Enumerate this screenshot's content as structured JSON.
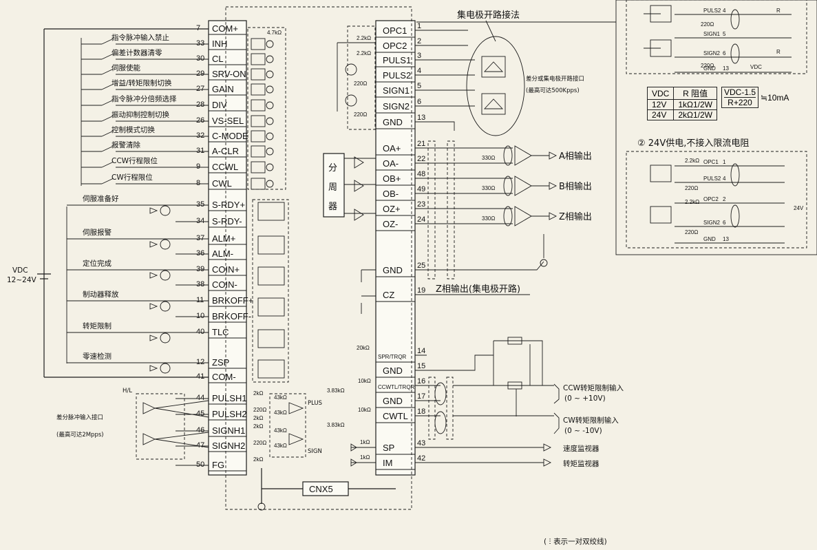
{
  "left_connector": {
    "pins": [
      {
        "num": "7",
        "name": "COM+"
      },
      {
        "num": "33",
        "name": "INH"
      },
      {
        "num": "30",
        "name": "CL"
      },
      {
        "num": "29",
        "name": "SRV-ON"
      },
      {
        "num": "27",
        "name": "GAIN"
      },
      {
        "num": "28",
        "name": "DIV"
      },
      {
        "num": "26",
        "name": "VS-SEL"
      },
      {
        "num": "32",
        "name": "C-MODE"
      },
      {
        "num": "31",
        "name": "A-CLR"
      },
      {
        "num": "9",
        "name": "CCWL"
      },
      {
        "num": "8",
        "name": "CWL"
      },
      {
        "num": "35",
        "name": "S-RDY+"
      },
      {
        "num": "34",
        "name": "S-RDY-"
      },
      {
        "num": "37",
        "name": "ALM+"
      },
      {
        "num": "36",
        "name": "ALM-"
      },
      {
        "num": "39",
        "name": "COIN+"
      },
      {
        "num": "38",
        "name": "COIN-"
      },
      {
        "num": "11",
        "name": "BRKOFF+"
      },
      {
        "num": "10",
        "name": "BRKOFF-"
      },
      {
        "num": "40",
        "name": "TLC"
      },
      {
        "num": "12",
        "name": "ZSP"
      },
      {
        "num": "41",
        "name": "COM-"
      },
      {
        "num": "44",
        "name": "PULSH1"
      },
      {
        "num": "45",
        "name": "PULSH2"
      },
      {
        "num": "46",
        "name": "SIGNH1"
      },
      {
        "num": "47",
        "name": "SIGNH2"
      },
      {
        "num": "50",
        "name": "FG"
      }
    ],
    "input_labels": [
      "指令脉冲输入禁止",
      "偏差计数器清零",
      "伺服使能",
      "增益/转矩限制切换",
      "指令脉冲分倍频选择",
      "振动抑制控制切换",
      "控制模式切换",
      "报警清除",
      "CCW行程限位",
      "CW行程限位"
    ],
    "output_labels": [
      "伺服准备好",
      "伺服报警",
      "定位完成",
      "制动器释放",
      "转矩限制",
      "零速检测"
    ],
    "res_4k7": "4.7kΩ"
  },
  "right_connector": {
    "pins": [
      {
        "num": "1",
        "name": "OPC1"
      },
      {
        "num": "2",
        "name": "OPC2"
      },
      {
        "num": "3",
        "name": "PULS1"
      },
      {
        "num": "4",
        "name": "PULS2"
      },
      {
        "num": "5",
        "name": "SIGN1"
      },
      {
        "num": "6",
        "name": "SIGN2"
      },
      {
        "num": "13",
        "name": "GND"
      },
      {
        "num": "21",
        "name": "OA+"
      },
      {
        "num": "22",
        "name": "OA-"
      },
      {
        "num": "48",
        "name": "OB+"
      },
      {
        "num": "49",
        "name": "OB-"
      },
      {
        "num": "23",
        "name": "OZ+"
      },
      {
        "num": "24",
        "name": "OZ-"
      },
      {
        "num": "25",
        "name": "GND"
      },
      {
        "num": "19",
        "name": "CZ"
      },
      {
        "num": "14",
        "name": "SPR/TRQR"
      },
      {
        "num": "15",
        "name": "GND"
      },
      {
        "num": "16",
        "name": "CCWTL/TRQR"
      },
      {
        "num": "17",
        "name": "GND"
      },
      {
        "num": "18",
        "name": "CWTL"
      },
      {
        "num": "43",
        "name": "SP"
      },
      {
        "num": "42",
        "name": "IM"
      }
    ]
  },
  "labels": {
    "vdc": "VDC",
    "vdc_range": "12~24V",
    "hl": "H/L",
    "diff_pulse_if": "差分脉冲输入接口",
    "diff_pulse_max": "(最高可达2Mpps)",
    "plus": "PLUS",
    "sign": "SIGN",
    "cnx5": "CNX5",
    "collector_title": "集电极开路接法",
    "diff_or_oc": "差分或集电极开路接口",
    "diff_or_oc_max": "(最高可达500Kpps)",
    "divider": [
      "分",
      "周",
      "器"
    ],
    "a_out": "A相输出",
    "b_out": "B相输出",
    "z_out": "Z相输出",
    "z_oc": "Z相输出(集电极开路)",
    "ccw_torque": "CCW转矩限制输入",
    "ccw_range": "(0 ~ +10V)",
    "cw_torque": "CW转矩限制输入",
    "cw_range": "(0 ~ -10V)",
    "speed_mon": "速度监视器",
    "torque_mon": "转矩监视器",
    "twisted_note": "( ⵗ 表示一对双绞线)",
    "opt24_title": "② 24V供电,不接入限流电阻",
    "v24": "24V",
    "r": "R",
    "vdc_small": "VDC"
  },
  "resistors": {
    "r2k2": "2.2kΩ",
    "r220": "220Ω",
    "r330": "330Ω",
    "r20k": "20kΩ",
    "r10k": "10kΩ",
    "r3k83": "3.83kΩ",
    "r1k": "1kΩ",
    "r2k": "2kΩ",
    "r43k": "43kΩ"
  },
  "table": {
    "headers": [
      "VDC",
      "R 阻值"
    ],
    "rows": [
      [
        "12V",
        "1kΩ1/2W"
      ],
      [
        "24V",
        "2kΩ1/2W"
      ]
    ],
    "formula_num": "VDC-1.5",
    "formula_den": "R+220",
    "formula_result": "≒10mA"
  },
  "inset_top": {
    "pins": [
      "PULS2",
      "SIGN1",
      "SIGN2",
      "GND"
    ],
    "pin_nums": [
      "4",
      "5",
      "6",
      "13"
    ]
  },
  "inset_24v": {
    "pins": [
      "OPC1",
      "PULS2",
      "OPC2",
      "SIGN2",
      "GND"
    ],
    "pin_nums": [
      "1",
      "4",
      "2",
      "6",
      "13"
    ]
  }
}
